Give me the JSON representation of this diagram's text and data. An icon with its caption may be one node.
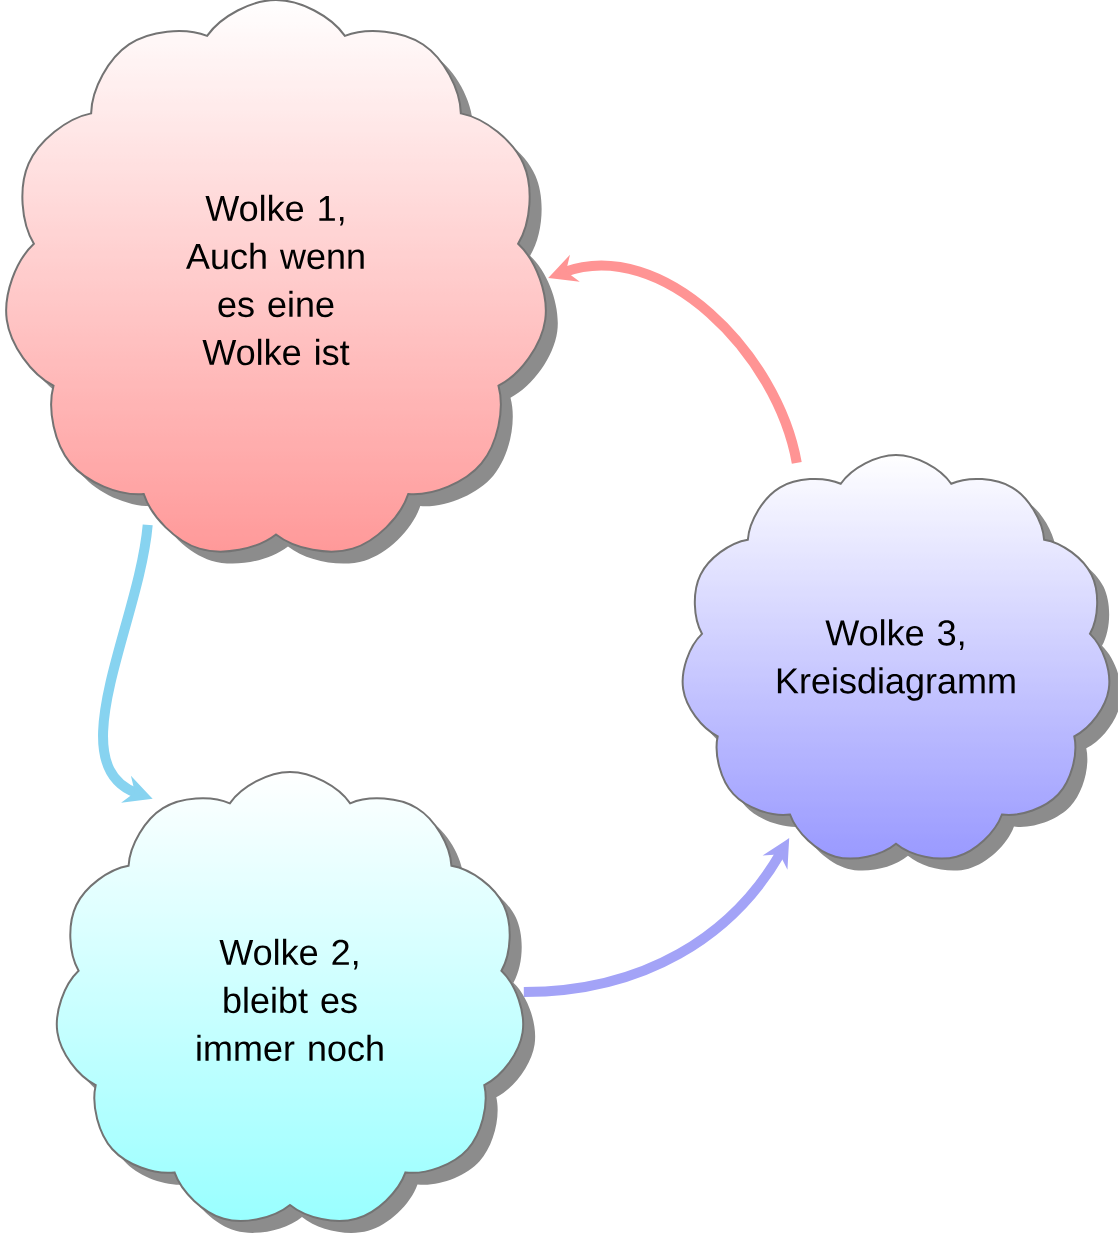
{
  "diagram": {
    "nodes": [
      {
        "text": [
          "Wolke 1, Auch wenn es eine Wolke ist"
        ]
      },
      {
        "text": [
          "Wolke 2, bleibt es immer noch"
        ]
      },
      {
        "text": [
          "Wolke 3, Kreisdiagramm"
        ]
      }
    ],
    "edges": [
      {
        "from": 0,
        "to": 1,
        "arrow": "to",
        "color": "#87d3f0"
      },
      {
        "from": 1,
        "to": 2,
        "arrow": "to",
        "color": "#a3a3f7"
      },
      {
        "from": 2,
        "to": 0,
        "arrow": "to",
        "color": "#ff9494"
      }
    ]
  }
}
